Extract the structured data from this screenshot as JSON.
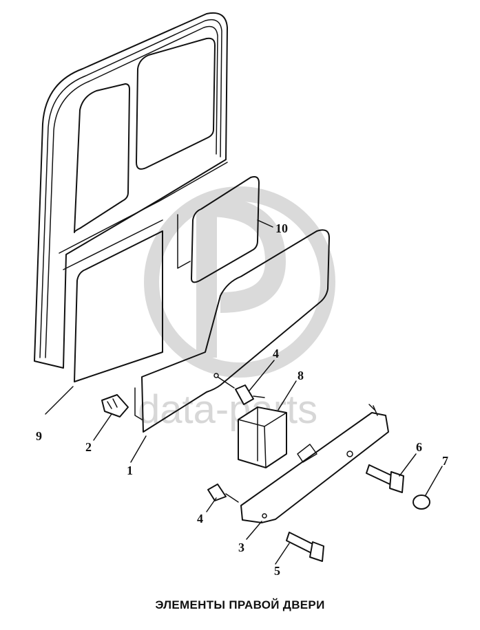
{
  "caption": "ЭЛЕМЕНТЫ ПРАВОЙ ДВЕРИ",
  "watermark": {
    "text": "data-parts",
    "color": "#c9c9c9"
  },
  "callouts": [
    {
      "id": "callout-1",
      "label": "1"
    },
    {
      "id": "callout-2",
      "label": "2"
    },
    {
      "id": "callout-3",
      "label": "3"
    },
    {
      "id": "callout-4a",
      "label": "4"
    },
    {
      "id": "callout-4b",
      "label": "4"
    },
    {
      "id": "callout-5",
      "label": "5"
    },
    {
      "id": "callout-6",
      "label": "6"
    },
    {
      "id": "callout-7",
      "label": "7"
    },
    {
      "id": "callout-8",
      "label": "8"
    },
    {
      "id": "callout-9",
      "label": "9"
    },
    {
      "id": "callout-10",
      "label": "10"
    }
  ]
}
